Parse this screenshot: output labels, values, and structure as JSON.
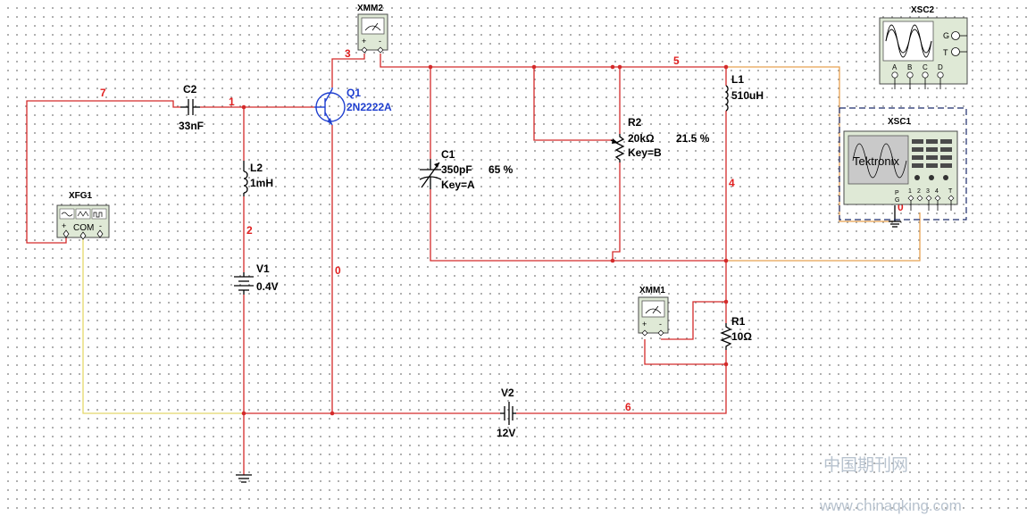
{
  "net_labels": {
    "n7": "7",
    "n1": "1",
    "n3": "3",
    "n5": "5",
    "n2": "2",
    "n0": "0",
    "n4": "4",
    "n6": "6",
    "n0b": "0"
  },
  "components": {
    "c2": {
      "ref": "C2",
      "value": "33nF"
    },
    "q1": {
      "ref": "Q1",
      "model": "2N2222A"
    },
    "l2": {
      "ref": "L2",
      "value": "1mH"
    },
    "v1": {
      "ref": "V1",
      "value": "0.4V"
    },
    "c1": {
      "ref": "C1",
      "value": "350pF",
      "pct": "65 %",
      "key": "Key=A"
    },
    "r2": {
      "ref": "R2",
      "value": "20kΩ",
      "pct": "21.5 %",
      "key": "Key=B"
    },
    "l1": {
      "ref": "L1",
      "value": "510uH"
    },
    "r1": {
      "ref": "R1",
      "value": "10Ω"
    },
    "v2": {
      "ref": "V2",
      "value": "12V"
    }
  },
  "instruments": {
    "xmm2": {
      "ref": "XMM2",
      "plus": "+",
      "minus": "-"
    },
    "xmm1": {
      "ref": "XMM1",
      "plus": "+",
      "minus": "-"
    },
    "xfg1": {
      "ref": "XFG1",
      "com": "COM",
      "plus": "+",
      "minus": "-"
    },
    "xsc2": {
      "ref": "XSC2",
      "pins": [
        "A",
        "B",
        "C",
        "D"
      ],
      "g": "G",
      "t": "T"
    },
    "xsc1": {
      "ref": "XSC1",
      "brand": "Tektronix",
      "pins": [
        "1",
        "2",
        "3",
        "4"
      ],
      "p": "P",
      "g": "G",
      "t": "T"
    }
  },
  "watermark": {
    "line1": "中国期刊网",
    "line2": "www.chinaqking.com"
  },
  "colors": {
    "wire": "#d42a2a",
    "probe_wire": "#e8a250",
    "ground_wire": "#e4d86a",
    "transistor": "#1f3fcf",
    "net_label": "#e02020"
  }
}
